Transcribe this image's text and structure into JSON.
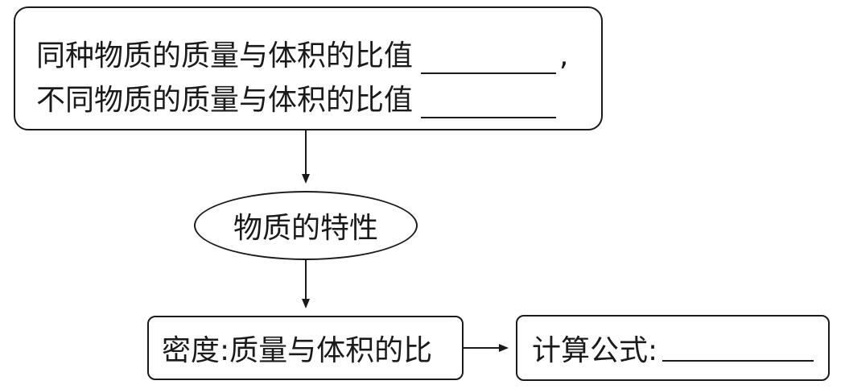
{
  "top_box": {
    "line1": "同种物质的质量与体积的比值",
    "line1_punct": ",",
    "line2": "不同物质的质量与体积的比值"
  },
  "ellipse": {
    "label": "物质的特性"
  },
  "density_box": {
    "label": "密度:质量与体积的比"
  },
  "formula_box": {
    "label": "计算公式:"
  }
}
